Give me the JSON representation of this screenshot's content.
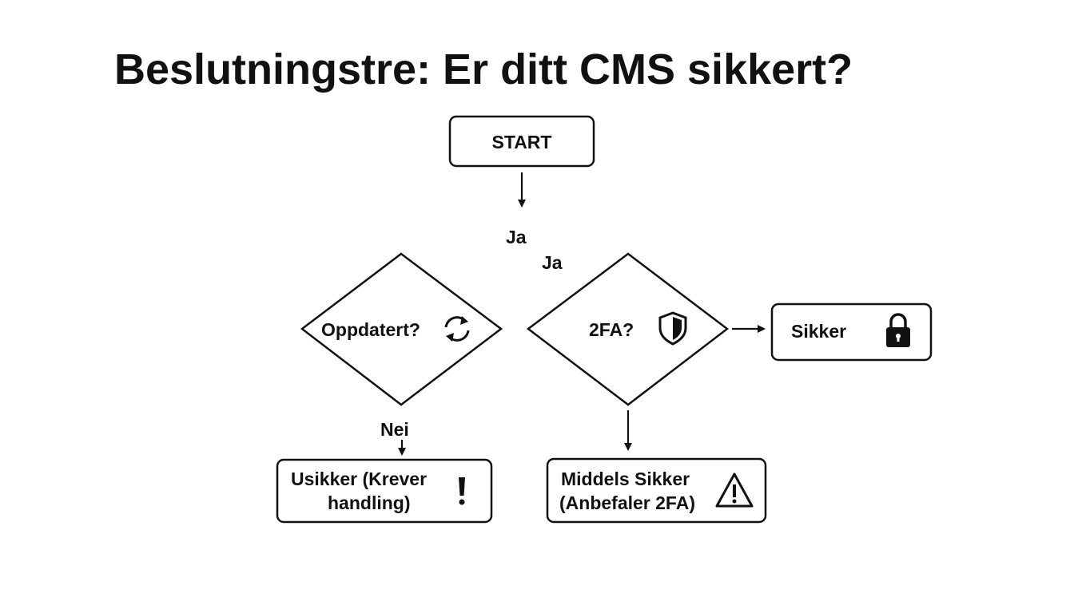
{
  "title": "Beslutningstre: Er ditt CMS sikkert?",
  "nodes": {
    "start": "START",
    "updated": "Oppdatert?",
    "twofa": "2FA?",
    "secure": "Sikker",
    "insecure_line1": "Usikker (Krever",
    "insecure_line2": "handling)",
    "medium_line1": "Middels Sikker",
    "medium_line2": "(Anbefaler 2FA)"
  },
  "edge_labels": {
    "ja_1": "Ja",
    "ja_2": "Ja",
    "nei": "Nei"
  },
  "icons": {
    "updated": "refresh-icon",
    "twofa": "shield-icon",
    "secure": "padlock-icon",
    "insecure": "exclamation-icon",
    "medium": "warning-icon"
  },
  "colors": {
    "stroke": "#111111",
    "background": "#ffffff"
  }
}
